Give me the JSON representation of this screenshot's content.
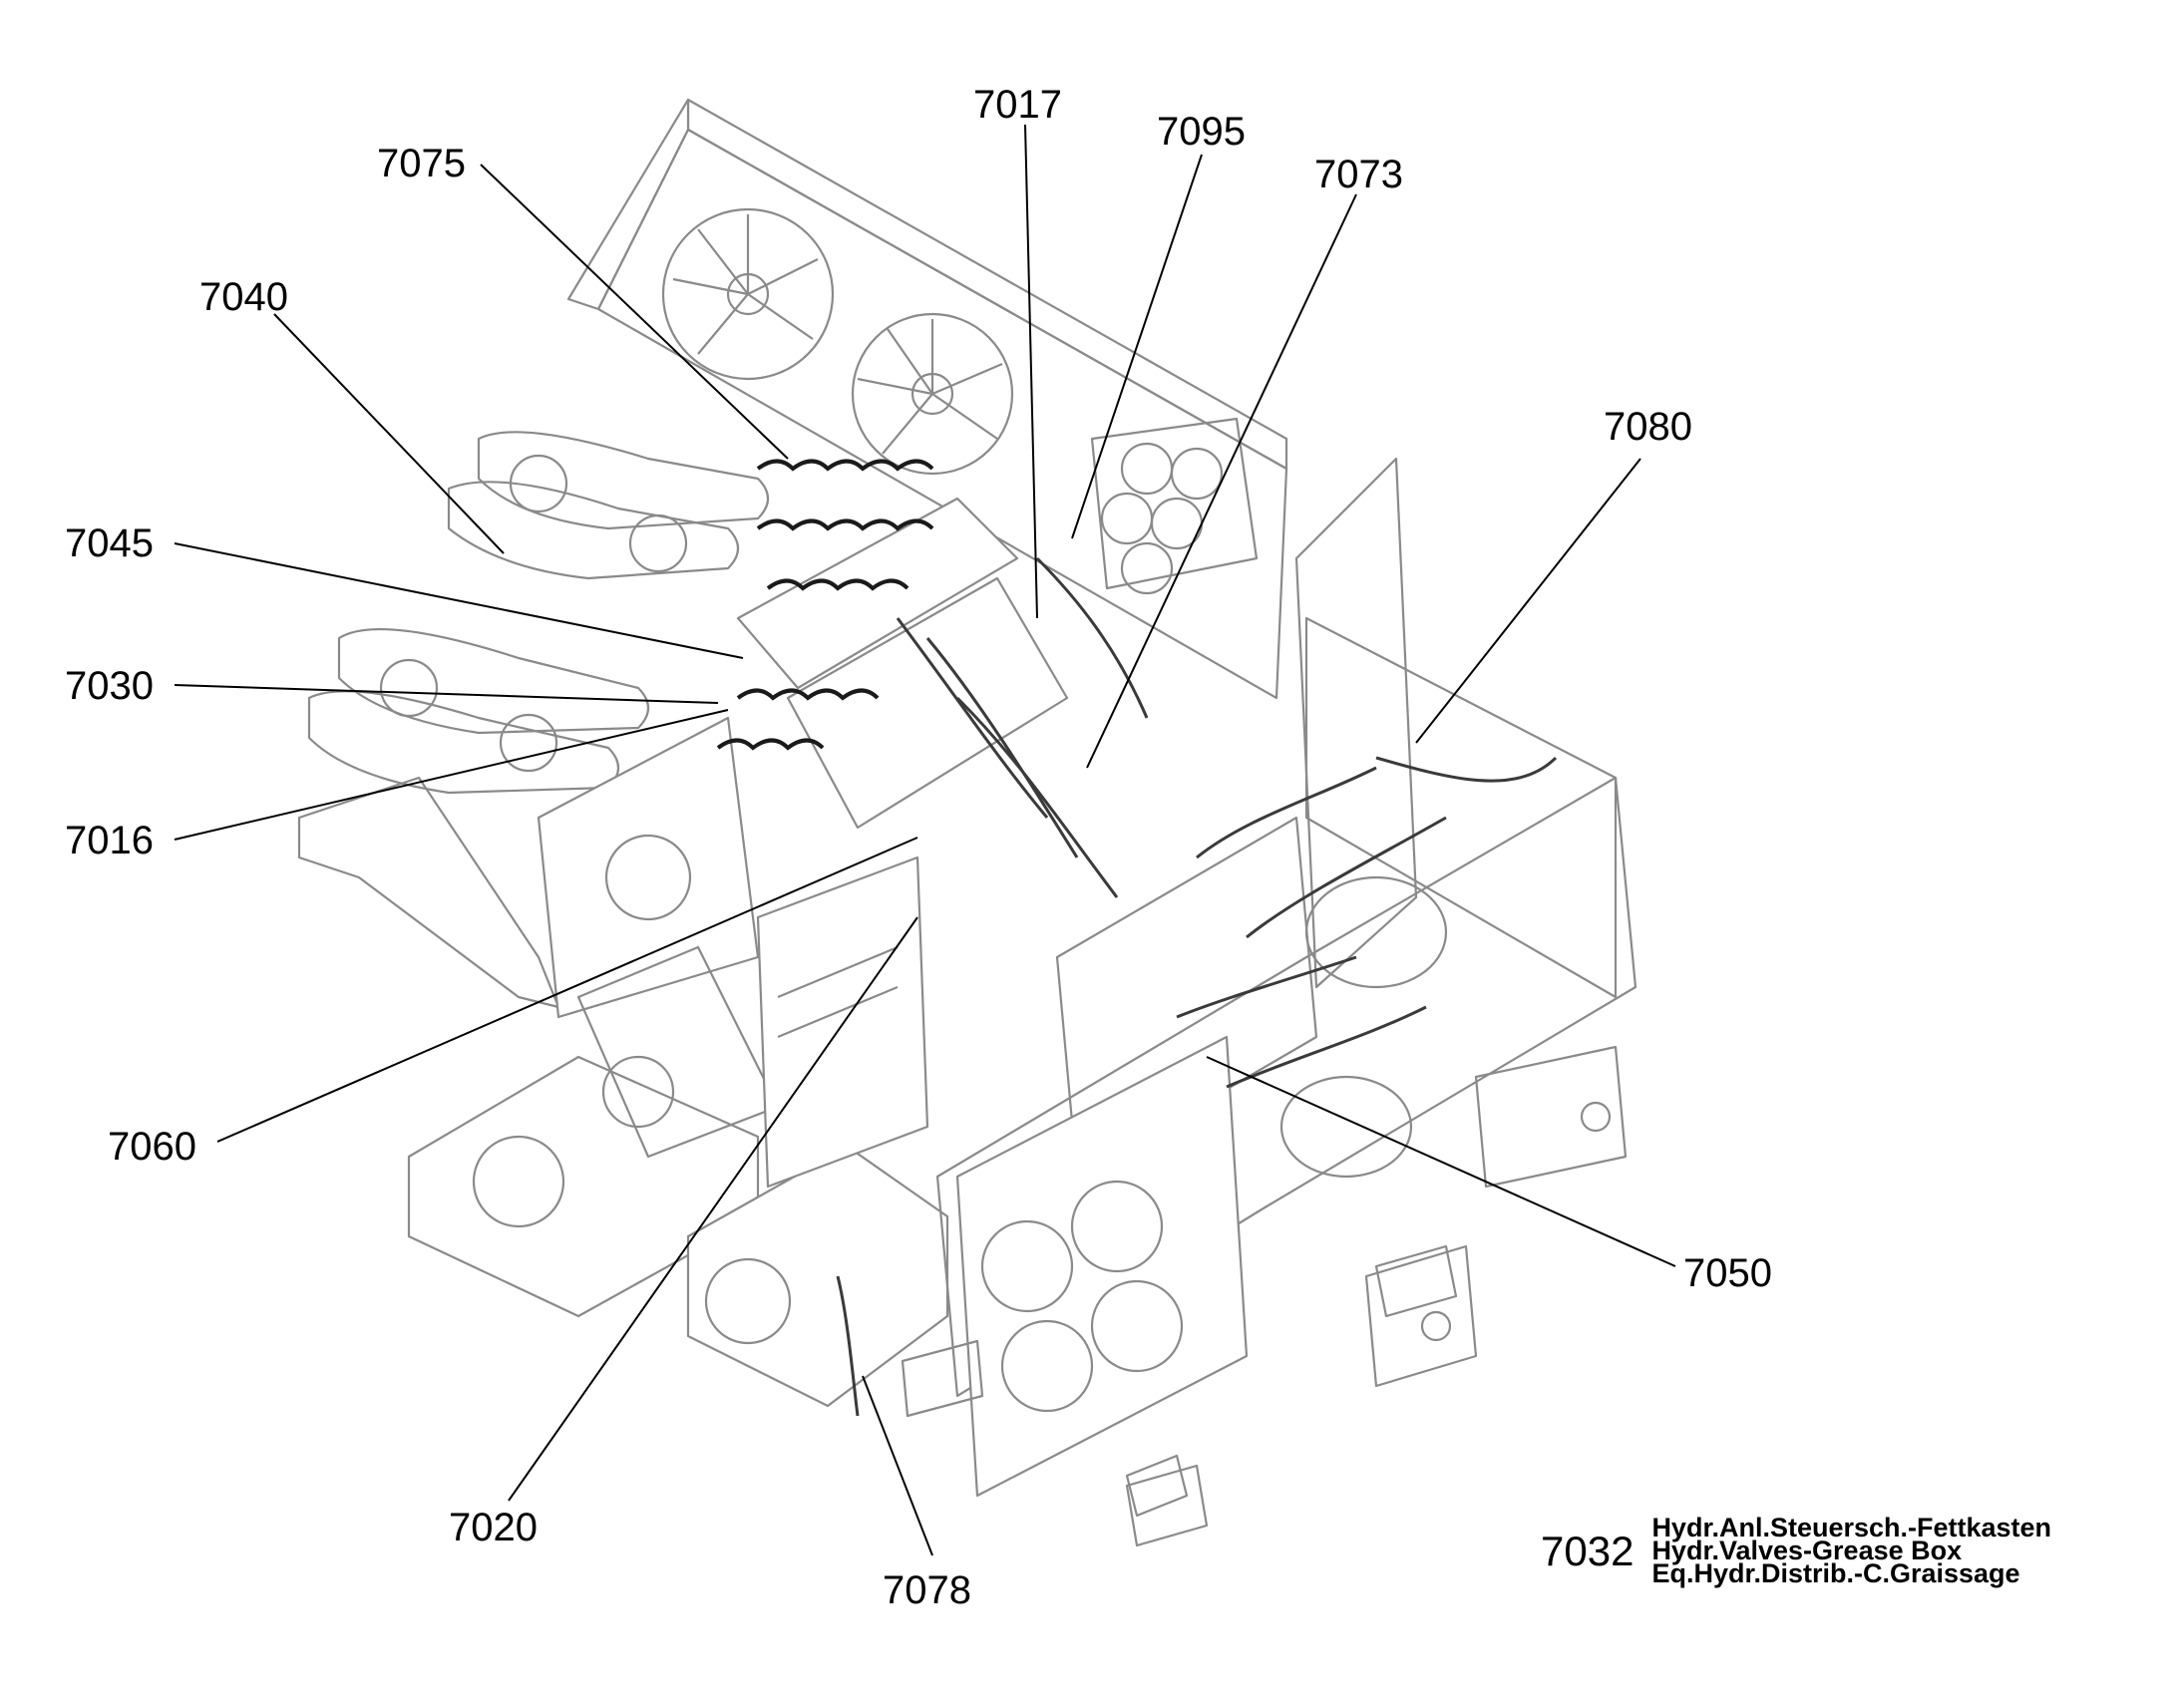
{
  "callouts": [
    {
      "id": "7017",
      "label": "7017"
    },
    {
      "id": "7095",
      "label": "7095"
    },
    {
      "id": "7073",
      "label": "7073"
    },
    {
      "id": "7075",
      "label": "7075"
    },
    {
      "id": "7040",
      "label": "7040"
    },
    {
      "id": "7080",
      "label": "7080"
    },
    {
      "id": "7045",
      "label": "7045"
    },
    {
      "id": "7030",
      "label": "7030"
    },
    {
      "id": "7016",
      "label": "7016"
    },
    {
      "id": "7060",
      "label": "7060"
    },
    {
      "id": "7050",
      "label": "7050"
    },
    {
      "id": "7020",
      "label": "7020"
    },
    {
      "id": "7078",
      "label": "7078"
    }
  ],
  "title_block": {
    "code": "7032",
    "lines": [
      "Hydr.Anl.Steuersch.-Fettkasten",
      "Hydr.Valves-Grease Box",
      "Eq.Hydr.Distrib.-C.Graissage"
    ]
  }
}
